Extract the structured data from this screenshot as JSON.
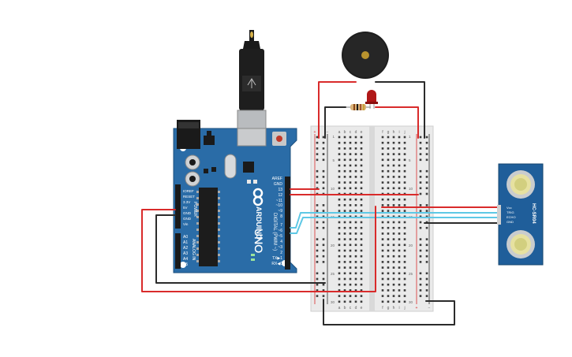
{
  "arduino": {
    "aref": "AREF",
    "gnd": "GND",
    "pin13": "13",
    "pin12": "12",
    "pin11": "~11",
    "pin10": "~10",
    "pin9": "~9",
    "pin8": "8",
    "pin7": "7",
    "pin6": "~6",
    "pin5": "~5",
    "pin4": "4",
    "pin3": "~3",
    "pin2": "2",
    "pin1": "TX▶1",
    "pin0": "RX◀0",
    "digital_label": "DIGITAL (PWM ~)",
    "brand": "ARDUINO",
    "model": "UNO",
    "power_label": "POWER",
    "analog_label": "ANALOG IN",
    "ioref": "IOREF",
    "reset": "RESET",
    "v33": "3.3V",
    "v5": "5V",
    "gnd1": "GND",
    "gnd2": "GND",
    "vin": "Vin",
    "a0": "A0",
    "a1": "A1",
    "a2": "A2",
    "a3": "A3",
    "a4": "A4",
    "a5": "A5"
  },
  "breadboard": {
    "cols_left": [
      "a",
      "b",
      "c",
      "d",
      "e"
    ],
    "cols_right": [
      "f",
      "g",
      "h",
      "i",
      "j"
    ],
    "row_numbers": [
      "1",
      "5",
      "10",
      "15",
      "20",
      "25",
      "30"
    ],
    "plus": "+",
    "minus": "−"
  },
  "sensor": {
    "model": "HC-SR04",
    "pins": [
      "Vcc",
      "TRIG",
      "ECHO",
      "GND"
    ]
  },
  "colors": {
    "board": "#2a6ca7",
    "wire_red": "#d92b2b",
    "wire_black": "#2b2b2b",
    "wire_cyan": "#5ec8e5",
    "breadboard": "#eaeaea",
    "sensor": "#1f5e9a"
  }
}
